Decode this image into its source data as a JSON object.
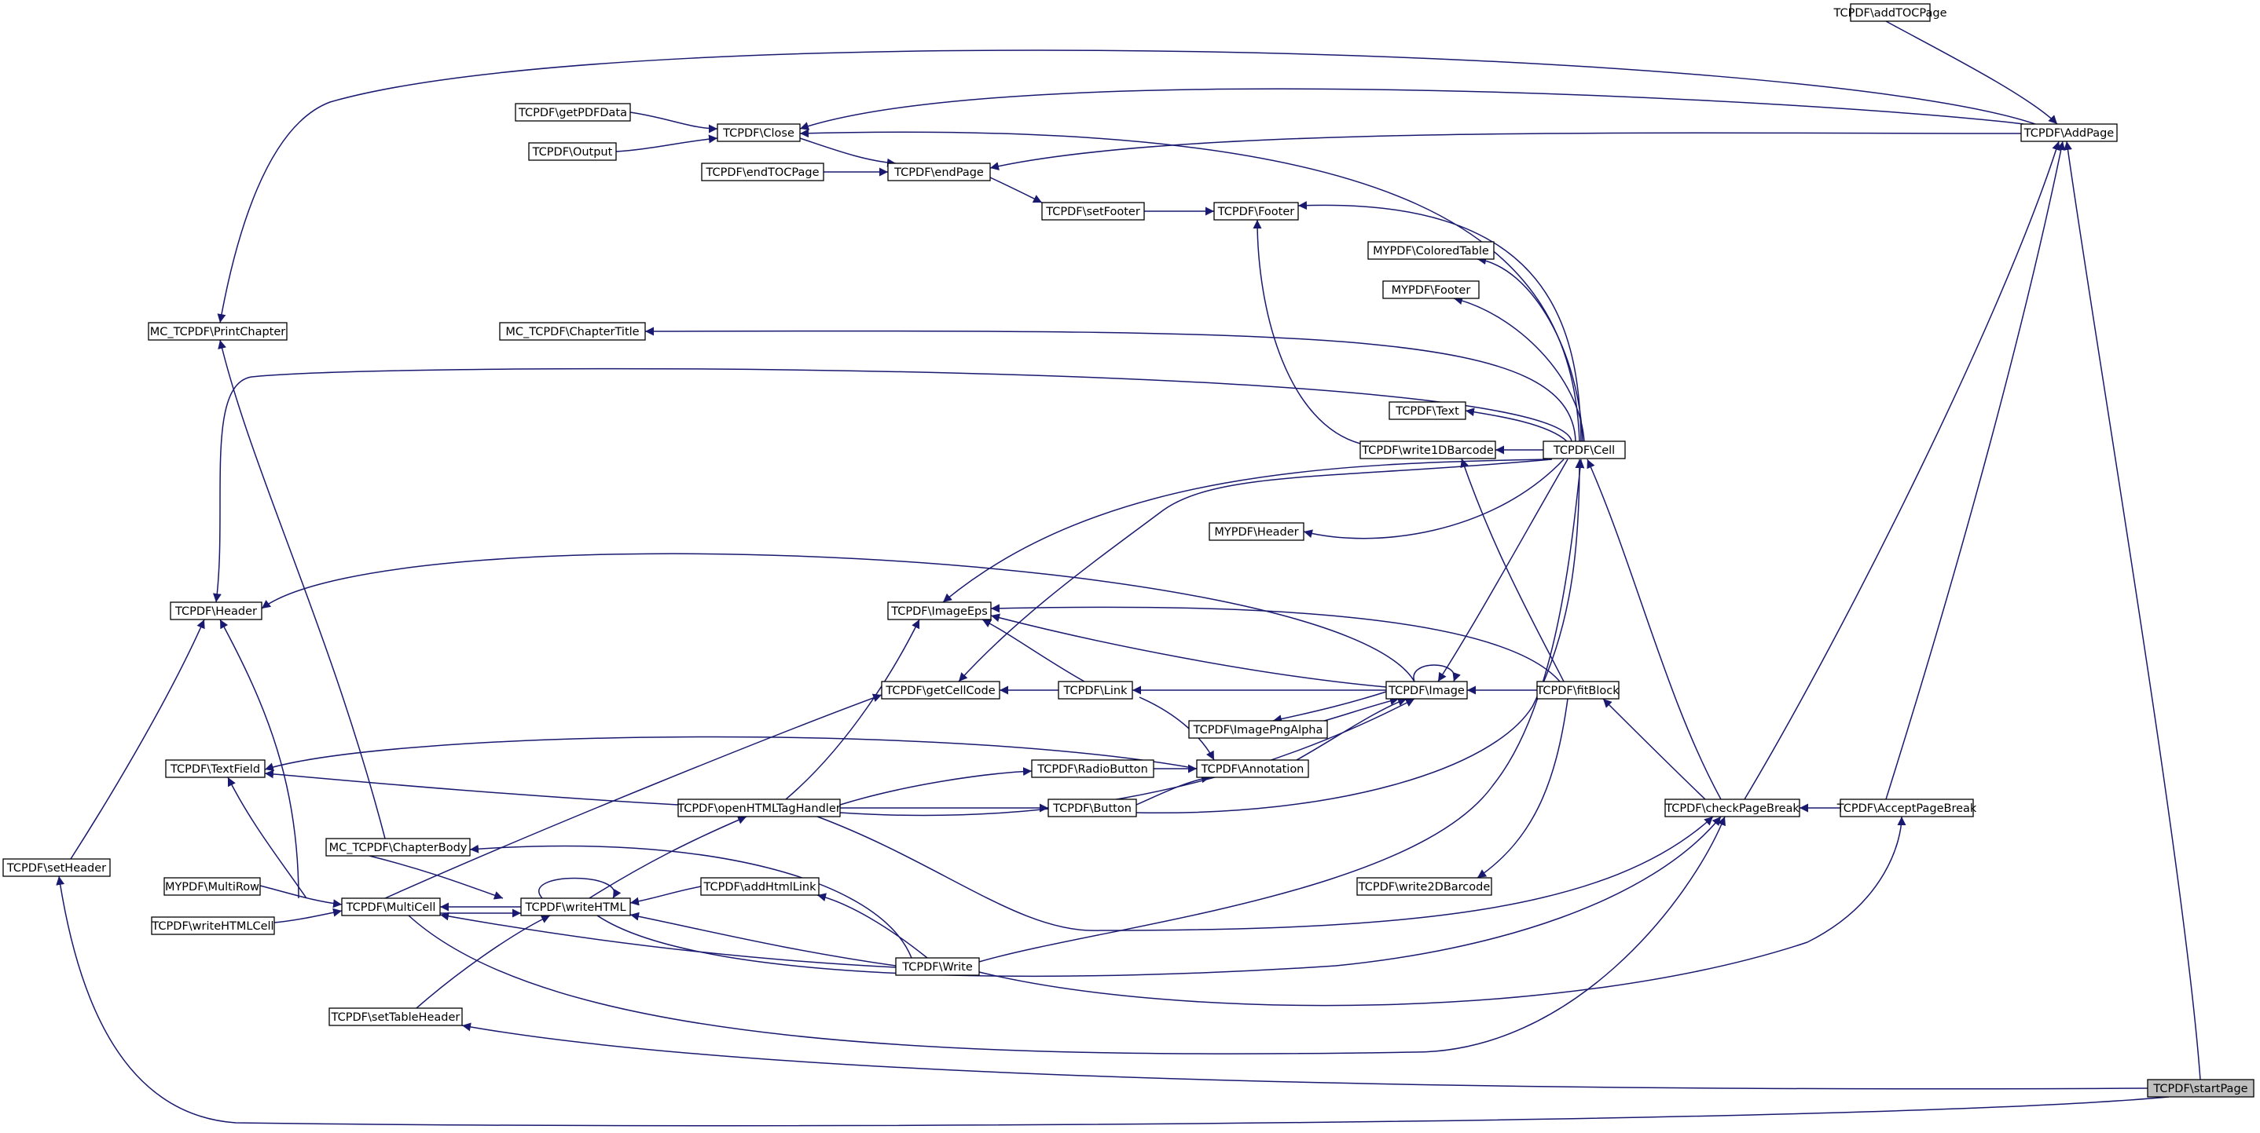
{
  "graph": {
    "edge_color": "#191970",
    "highlight_color": "#bfbfbf",
    "nodes": [
      {
        "id": "addTOCPage",
        "label": "TCPDF\\addTOCPage"
      },
      {
        "id": "AddPage",
        "label": "TCPDF\\AddPage"
      },
      {
        "id": "getPDFData",
        "label": "TCPDF\\getPDFData"
      },
      {
        "id": "Close",
        "label": "TCPDF\\Close"
      },
      {
        "id": "Output",
        "label": "TCPDF\\Output"
      },
      {
        "id": "endTOCPage",
        "label": "TCPDF\\endTOCPage"
      },
      {
        "id": "endPage",
        "label": "TCPDF\\endPage"
      },
      {
        "id": "setFooter",
        "label": "TCPDF\\setFooter"
      },
      {
        "id": "Footer",
        "label": "TCPDF\\Footer"
      },
      {
        "id": "ColoredTable",
        "label": "MYPDF\\ColoredTable"
      },
      {
        "id": "MyFooter",
        "label": "MYPDF\\Footer"
      },
      {
        "id": "PrintChapter",
        "label": "MC_TCPDF\\PrintChapter"
      },
      {
        "id": "ChapterTitle",
        "label": "MC_TCPDF\\ChapterTitle"
      },
      {
        "id": "Text",
        "label": "TCPDF\\Text"
      },
      {
        "id": "write1DBarcode",
        "label": "TCPDF\\write1DBarcode"
      },
      {
        "id": "Cell",
        "label": "TCPDF\\Cell"
      },
      {
        "id": "MyHeader",
        "label": "MYPDF\\Header"
      },
      {
        "id": "Header",
        "label": "TCPDF\\Header"
      },
      {
        "id": "ImageEps",
        "label": "TCPDF\\ImageEps"
      },
      {
        "id": "getCellCode",
        "label": "TCPDF\\getCellCode"
      },
      {
        "id": "Link",
        "label": "TCPDF\\Link"
      },
      {
        "id": "Image",
        "label": "TCPDF\\Image"
      },
      {
        "id": "fitBlock",
        "label": "TCPDF\\fitBlock"
      },
      {
        "id": "ImagePngAlpha",
        "label": "TCPDF\\ImagePngAlpha"
      },
      {
        "id": "TextField",
        "label": "TCPDF\\TextField"
      },
      {
        "id": "RadioButton",
        "label": "TCPDF\\RadioButton"
      },
      {
        "id": "Annotation",
        "label": "TCPDF\\Annotation"
      },
      {
        "id": "openHTMLTagHandler",
        "label": "TCPDF\\openHTMLTagHandler"
      },
      {
        "id": "Button",
        "label": "TCPDF\\Button"
      },
      {
        "id": "checkPageBreak",
        "label": "TCPDF\\checkPageBreak"
      },
      {
        "id": "AcceptPageBreak",
        "label": "TCPDF\\AcceptPageBreak"
      },
      {
        "id": "ChapterBody",
        "label": "MC_TCPDF\\ChapterBody"
      },
      {
        "id": "setHeader",
        "label": "TCPDF\\setHeader"
      },
      {
        "id": "MultiRow",
        "label": "MYPDF\\MultiRow"
      },
      {
        "id": "MultiCell",
        "label": "TCPDF\\MultiCell"
      },
      {
        "id": "writeHTML",
        "label": "TCPDF\\writeHTML"
      },
      {
        "id": "addHtmlLink",
        "label": "TCPDF\\addHtmlLink"
      },
      {
        "id": "write2DBarcode",
        "label": "TCPDF\\write2DBarcode"
      },
      {
        "id": "writeHTMLCell",
        "label": "TCPDF\\writeHTMLCell"
      },
      {
        "id": "Write",
        "label": "TCPDF\\Write"
      },
      {
        "id": "setTableHeader",
        "label": "TCPDF\\setTableHeader"
      },
      {
        "id": "startPage",
        "label": "TCPDF\\startPage",
        "highlight": true
      }
    ]
  }
}
